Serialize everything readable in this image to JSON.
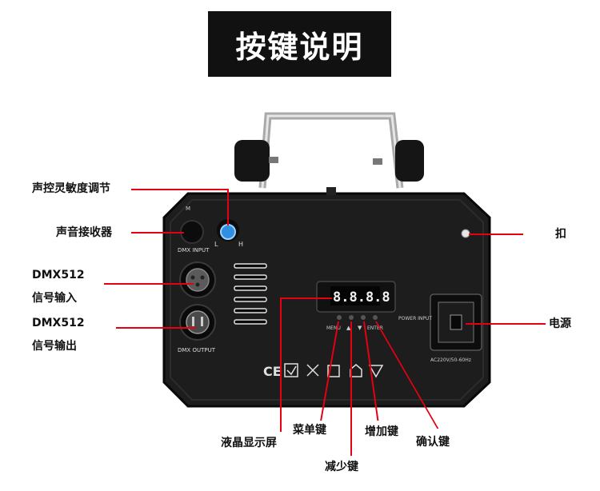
{
  "page_title": "按键说明",
  "device": {
    "mic_input_label": "DMX INPUT",
    "mic_top_label": "M",
    "dmx_output_label": "DMX OUTPUT",
    "knob_l": "L",
    "knob_h": "H",
    "display_digits": "8.8.8.8",
    "buttons": [
      "MENU",
      "▲",
      "▼",
      "ENTER"
    ],
    "power_input_label": "POWER\nINPUT",
    "voltage_label": "AC220V/50-60Hz"
  },
  "callouts": {
    "sensitivity": "声控灵敏度调节",
    "sound_receiver": "声音接收器",
    "dmx_in_1": "DMX512",
    "dmx_in_2": "信号输入",
    "dmx_out_1": "DMX512",
    "dmx_out_2": "信号输出",
    "buckle": "扣",
    "power": "电源",
    "lcd": "液晶显示屏",
    "menu_key": "菜单键",
    "down_key": "减少键",
    "up_key": "增加键",
    "enter_key": "确认键"
  },
  "colors": {
    "accent": "#e60012",
    "panel": "#1a1a1a",
    "title_bg": "#111111"
  }
}
